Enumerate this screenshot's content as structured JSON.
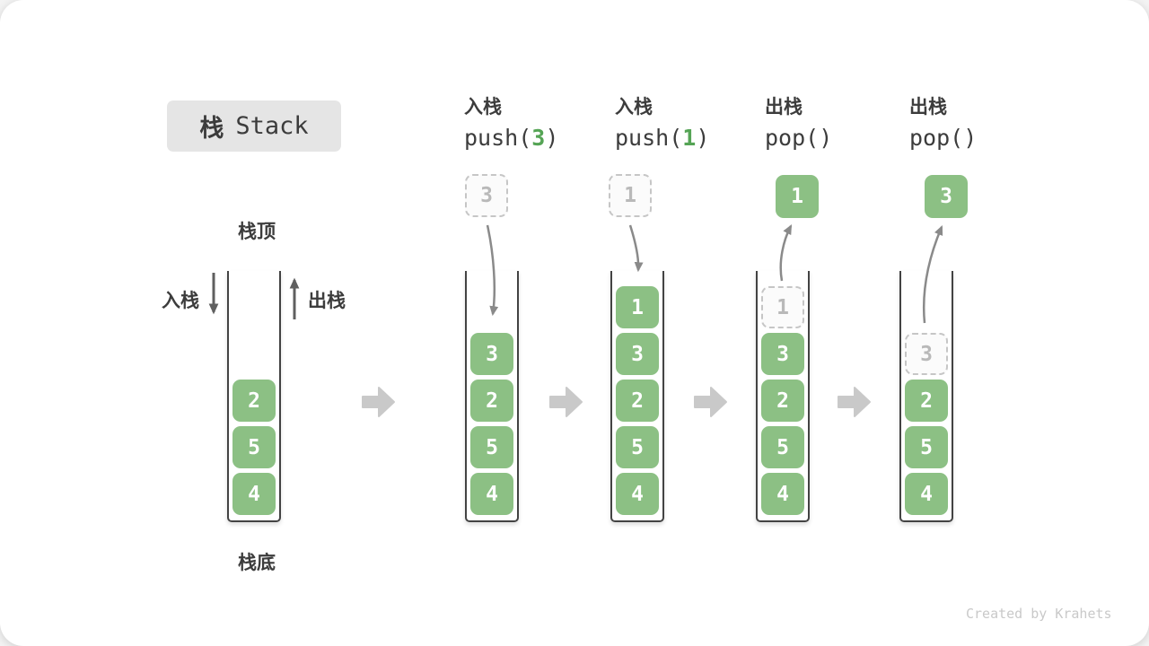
{
  "title": {
    "zh": "栈",
    "en": "Stack"
  },
  "initial_stack": {
    "top_label": "栈顶",
    "bottom_label": "栈底",
    "push_label": "入栈",
    "pop_label": "出栈",
    "items": [
      "2",
      "5",
      "4"
    ]
  },
  "steps": [
    {
      "op_label": "入栈",
      "code_prefix": "push(",
      "code_arg": "3",
      "code_suffix": ")",
      "moving_value": "3",
      "items": [
        "3",
        "2",
        "5",
        "4"
      ]
    },
    {
      "op_label": "入栈",
      "code_prefix": "push(",
      "code_arg": "1",
      "code_suffix": ")",
      "moving_value": "1",
      "items": [
        "1",
        "3",
        "2",
        "5",
        "4"
      ]
    },
    {
      "op_label": "出栈",
      "code_prefix": "pop()",
      "code_arg": "",
      "code_suffix": "",
      "moving_value": "1",
      "ghost_value": "1",
      "items": [
        "3",
        "2",
        "5",
        "4"
      ]
    },
    {
      "op_label": "出栈",
      "code_prefix": "pop()",
      "code_arg": "",
      "code_suffix": "",
      "moving_value": "3",
      "ghost_value": "3",
      "items": [
        "2",
        "5",
        "4"
      ]
    }
  ],
  "watermark": "Created by Krahets",
  "colors": {
    "element_green": "#8CC084",
    "code_arg_green": "#55A455",
    "step_arrow_gray": "#C9C9C9",
    "flow_arrow_gray": "#8A8A8A",
    "dark_text": "#3C3C3C",
    "badge_gray": "#E5E5E5"
  }
}
